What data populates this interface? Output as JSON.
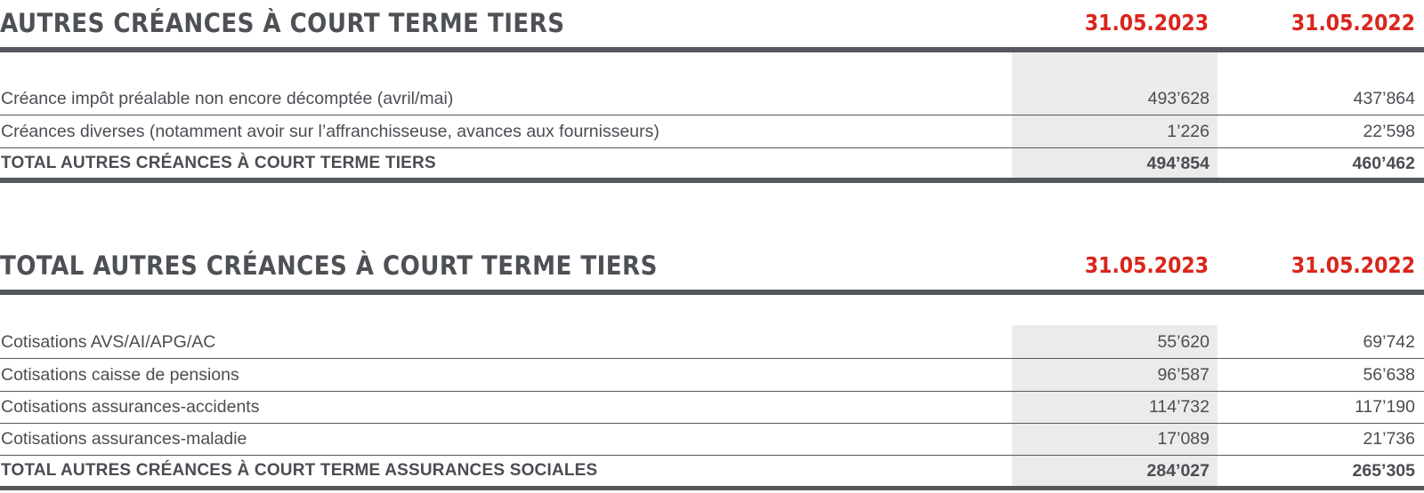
{
  "section1": {
    "title": "AUTRES CRÉANCES À COURT TERME TIERS",
    "date1": "31.05.2023",
    "date2": "31.05.2022",
    "rows": [
      {
        "label": "Créance impôt préalable non encore décomptée (avril/mai)",
        "v2023": "493’628",
        "v2022": "437’864"
      },
      {
        "label": "Créances diverses (notamment avoir sur l’affranchisseuse, avances aux fournisseurs)",
        "v2023": "1’226",
        "v2022": "22’598"
      }
    ],
    "total": {
      "label": "TOTAL AUTRES CRÉANCES À COURT TERME TIERS",
      "v2023": "494’854",
      "v2022": "460’462"
    }
  },
  "section2": {
    "title": "TOTAL AUTRES CRÉANCES À COURT TERME TIERS",
    "date1": "31.05.2023",
    "date2": "31.05.2022",
    "rows": [
      {
        "label": "Cotisations AVS/AI/APG/AC",
        "v2023": "55’620",
        "v2022": "69’742"
      },
      {
        "label": "Cotisations caisse de pensions",
        "v2023": "96’587",
        "v2022": "56’638"
      },
      {
        "label": "Cotisations assurances-accidents",
        "v2023": "114’732",
        "v2022": "117’190"
      },
      {
        "label": "Cotisations assurances-maladie",
        "v2023": "17’089",
        "v2022": "21’736"
      }
    ],
    "total": {
      "label": "TOTAL AUTRES CRÉANCES À COURT TERME ASSURANCES SOCIALES",
      "v2023": "284’027",
      "v2022": "265’305"
    }
  }
}
